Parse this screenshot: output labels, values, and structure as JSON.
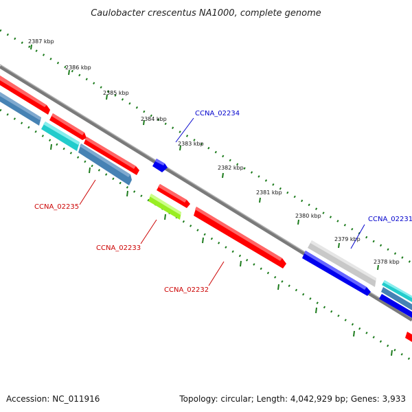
{
  "title": "Caulobacter crescentus NA1000, complete genome",
  "footer": {
    "accession": "Accession: NC_011916",
    "topology": "Topology: circular; Length: 4,042,929 bp; Genes: 3,933"
  },
  "scale": {
    "ticks": [
      "2387 kbp",
      "2386 kbp",
      "2385 kbp",
      "2384 kbp",
      "2383 kbp",
      "2382 kbp",
      "2381 kbp",
      "2380 kbp",
      "2379 kbp",
      "2378 kbp"
    ],
    "color": "#1a7a1a"
  },
  "genes": {
    "labels": [
      "CCNA_02234",
      "CCNA_02235",
      "CCNA_02233",
      "CCNA_02232",
      "CCNA_02231"
    ],
    "label_colors": {
      "forward": "#0000cc",
      "reverse": "#cc0000"
    }
  },
  "colors": {
    "backbone": "#7a7a7a",
    "red": "#ff0000",
    "blue": "#0000ee",
    "steelblue": "#4682b4",
    "cyan": "#22cccc",
    "lime": "#99ee22",
    "grey": "#c8c8c8"
  }
}
